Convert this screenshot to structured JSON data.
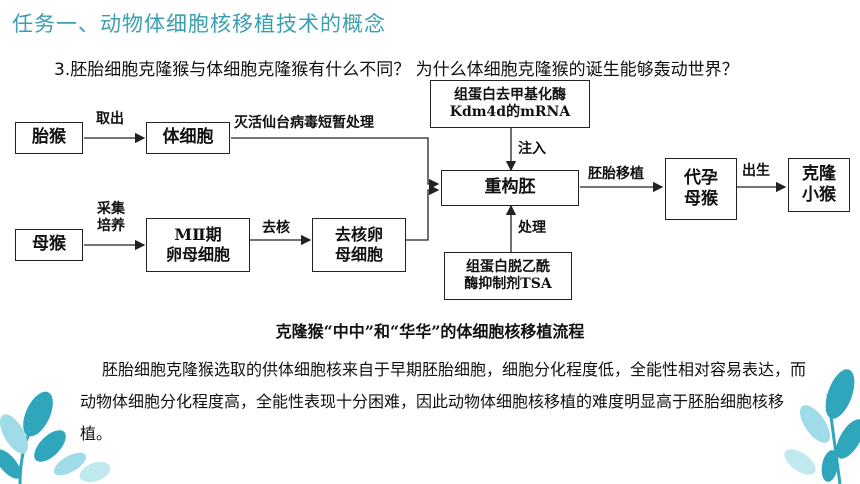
{
  "title": "任务一、动物体细胞核移植技术的概念",
  "question": "3.胚胎细胞克隆猴与体细胞克隆猴有什么不同？ 为什么体细胞克隆猴的诞生能够轰动世界？",
  "flow": {
    "boxes": {
      "fetal_monkey": "胎猴",
      "somatic_cell": "体细胞",
      "mother_monkey": "母猴",
      "oocyte_mii": "MⅡ期\n卵母细胞",
      "enucleated_oocyte": "去核卵\n母细胞",
      "kdm4d": "组蛋白去甲基化酶\nKdm4d的mRNA",
      "reconstructed_embryo": "重构胚",
      "tsa": "组蛋白脱乙酰\n酶抑制剂TSA",
      "surrogate": "代孕\n母猴",
      "cloned_monkey": "克隆\n小猴"
    },
    "labels": {
      "take_out": "取出",
      "inactivated_virus": "灭活仙台病毒短暂处理",
      "collect_culture": "采集\n培养",
      "enucleate": "去核",
      "inject": "注入",
      "treat": "处理",
      "transfer": "胚胎移植",
      "birth": "出生"
    }
  },
  "caption": "克隆猴“中中”和“华华”的体细胞核移植流程",
  "explanation": "胚胎细胞克隆猴选取的供体细胞核来自于早期胚胎细胞，细胞分化程度低，全能性相对容易表达，而动物体细胞分化程度高，全能性表现十分困难，因此动物体细胞核移植的难度明显高于胚胎细胞核移植。",
  "colors": {
    "title": "#3a9fb0",
    "leaf_light": "#9fdce8",
    "leaf_dark": "#2fa6bb"
  }
}
